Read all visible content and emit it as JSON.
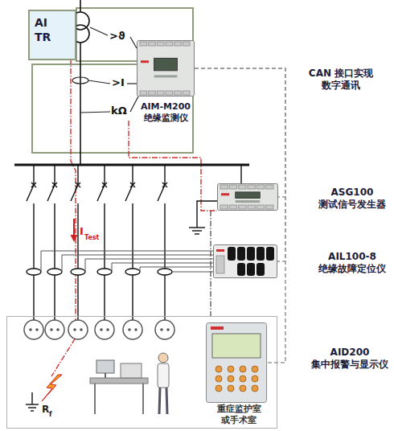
{
  "diagram": {
    "nodes": [
      {
        "text": [
          "AI TR"
        ]
      },
      {
        "text": [
          "AIM-M200 绝缘监测仪"
        ]
      },
      {
        "text": [
          "ASG100 测试信号发生器"
        ]
      },
      {
        "text": [
          "AIL100-8 绝缘故障定位仪"
        ]
      },
      {
        "text": [
          "重症监护室 或手术室"
        ]
      },
      {
        "text": [
          "AID200 集中报警与显示仪"
        ],
        "in": 4
      }
    ],
    "edges": [
      {
        "from": 1,
        "to": 2,
        "arrow": "none"
      },
      {
        "from": 1,
        "to": 3,
        "arrow": "none"
      },
      {
        "from": 1,
        "to": 5,
        "arrow": "none"
      }
    ],
    "labels": [
      ">ϑ",
      ">I",
      "kΩ",
      "CAN 接口实现 数字通讯",
      "I",
      "Test",
      "R",
      "f"
    ]
  }
}
